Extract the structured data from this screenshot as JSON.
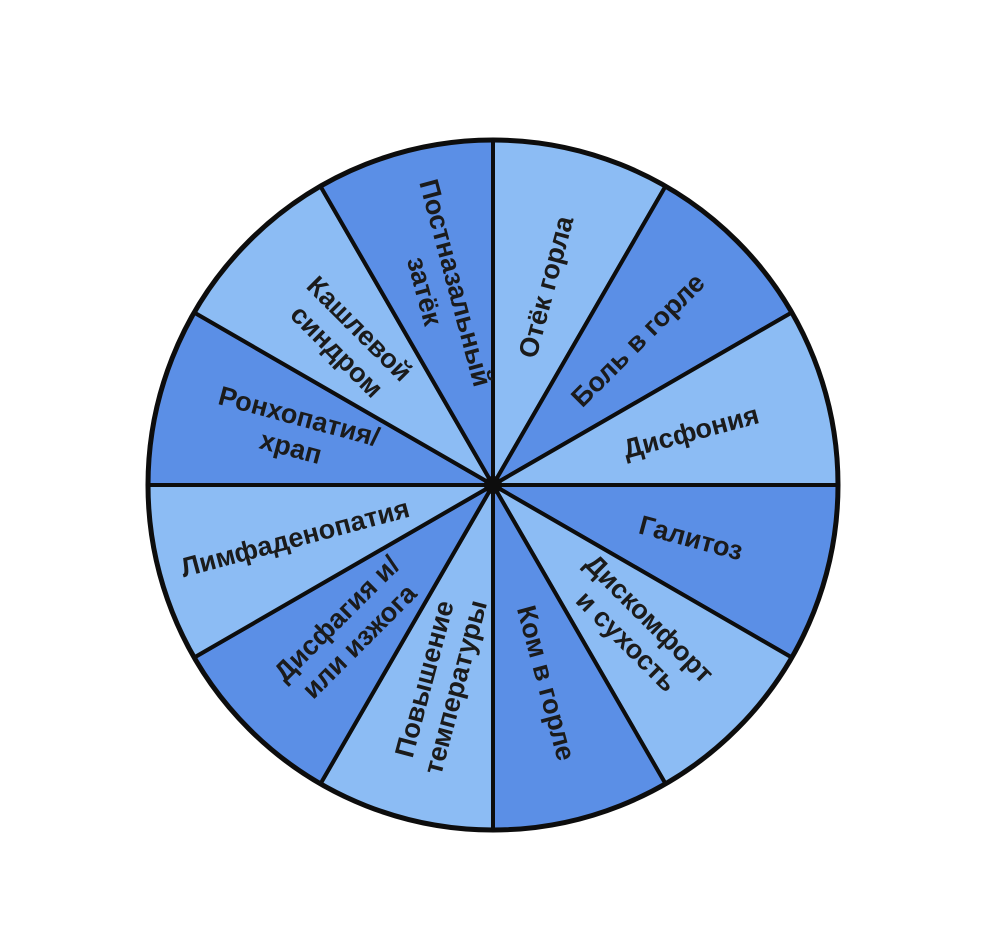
{
  "colors": {
    "light": "#8cbcf4",
    "dark": "#5b8fe6",
    "outline": "#0d0d0d"
  },
  "segments": [
    {
      "lines": [
        "Отёк горла"
      ],
      "shade": "light"
    },
    {
      "lines": [
        "Боль в горле"
      ],
      "shade": "dark"
    },
    {
      "lines": [
        "Дисфония"
      ],
      "shade": "light"
    },
    {
      "lines": [
        "Галитоз"
      ],
      "shade": "dark"
    },
    {
      "lines": [
        "Дискомфорт",
        "и сухость"
      ],
      "shade": "light"
    },
    {
      "lines": [
        "Ком в горле"
      ],
      "shade": "dark"
    },
    {
      "lines": [
        "Повышение",
        "температуры"
      ],
      "shade": "light"
    },
    {
      "lines": [
        "Дисфагия и/",
        "или изжога"
      ],
      "shade": "dark"
    },
    {
      "lines": [
        "Лимфаденопатия"
      ],
      "shade": "light"
    },
    {
      "lines": [
        "Ронхопатия/",
        "храп"
      ],
      "shade": "dark"
    },
    {
      "lines": [
        "Кашлевой",
        "синдром"
      ],
      "shade": "light"
    },
    {
      "lines": [
        "Постназальный",
        "затёк"
      ],
      "shade": "dark"
    }
  ]
}
